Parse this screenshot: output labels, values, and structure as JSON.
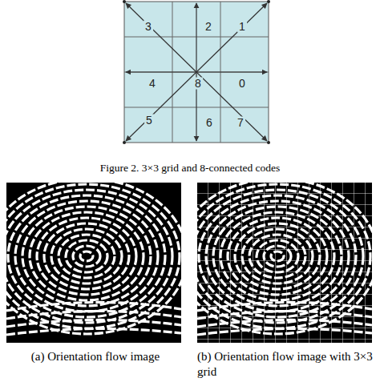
{
  "diagram": {
    "caption": "Figure 2. 3×3 grid and 8-connected codes",
    "labels": [
      "3",
      "2",
      "1",
      "4",
      "8",
      "0",
      "5",
      "6",
      "7",
      "(a) Orientation flow image",
      "(b) Orientation flow image with 3×3 grid"
    ]
  }
}
